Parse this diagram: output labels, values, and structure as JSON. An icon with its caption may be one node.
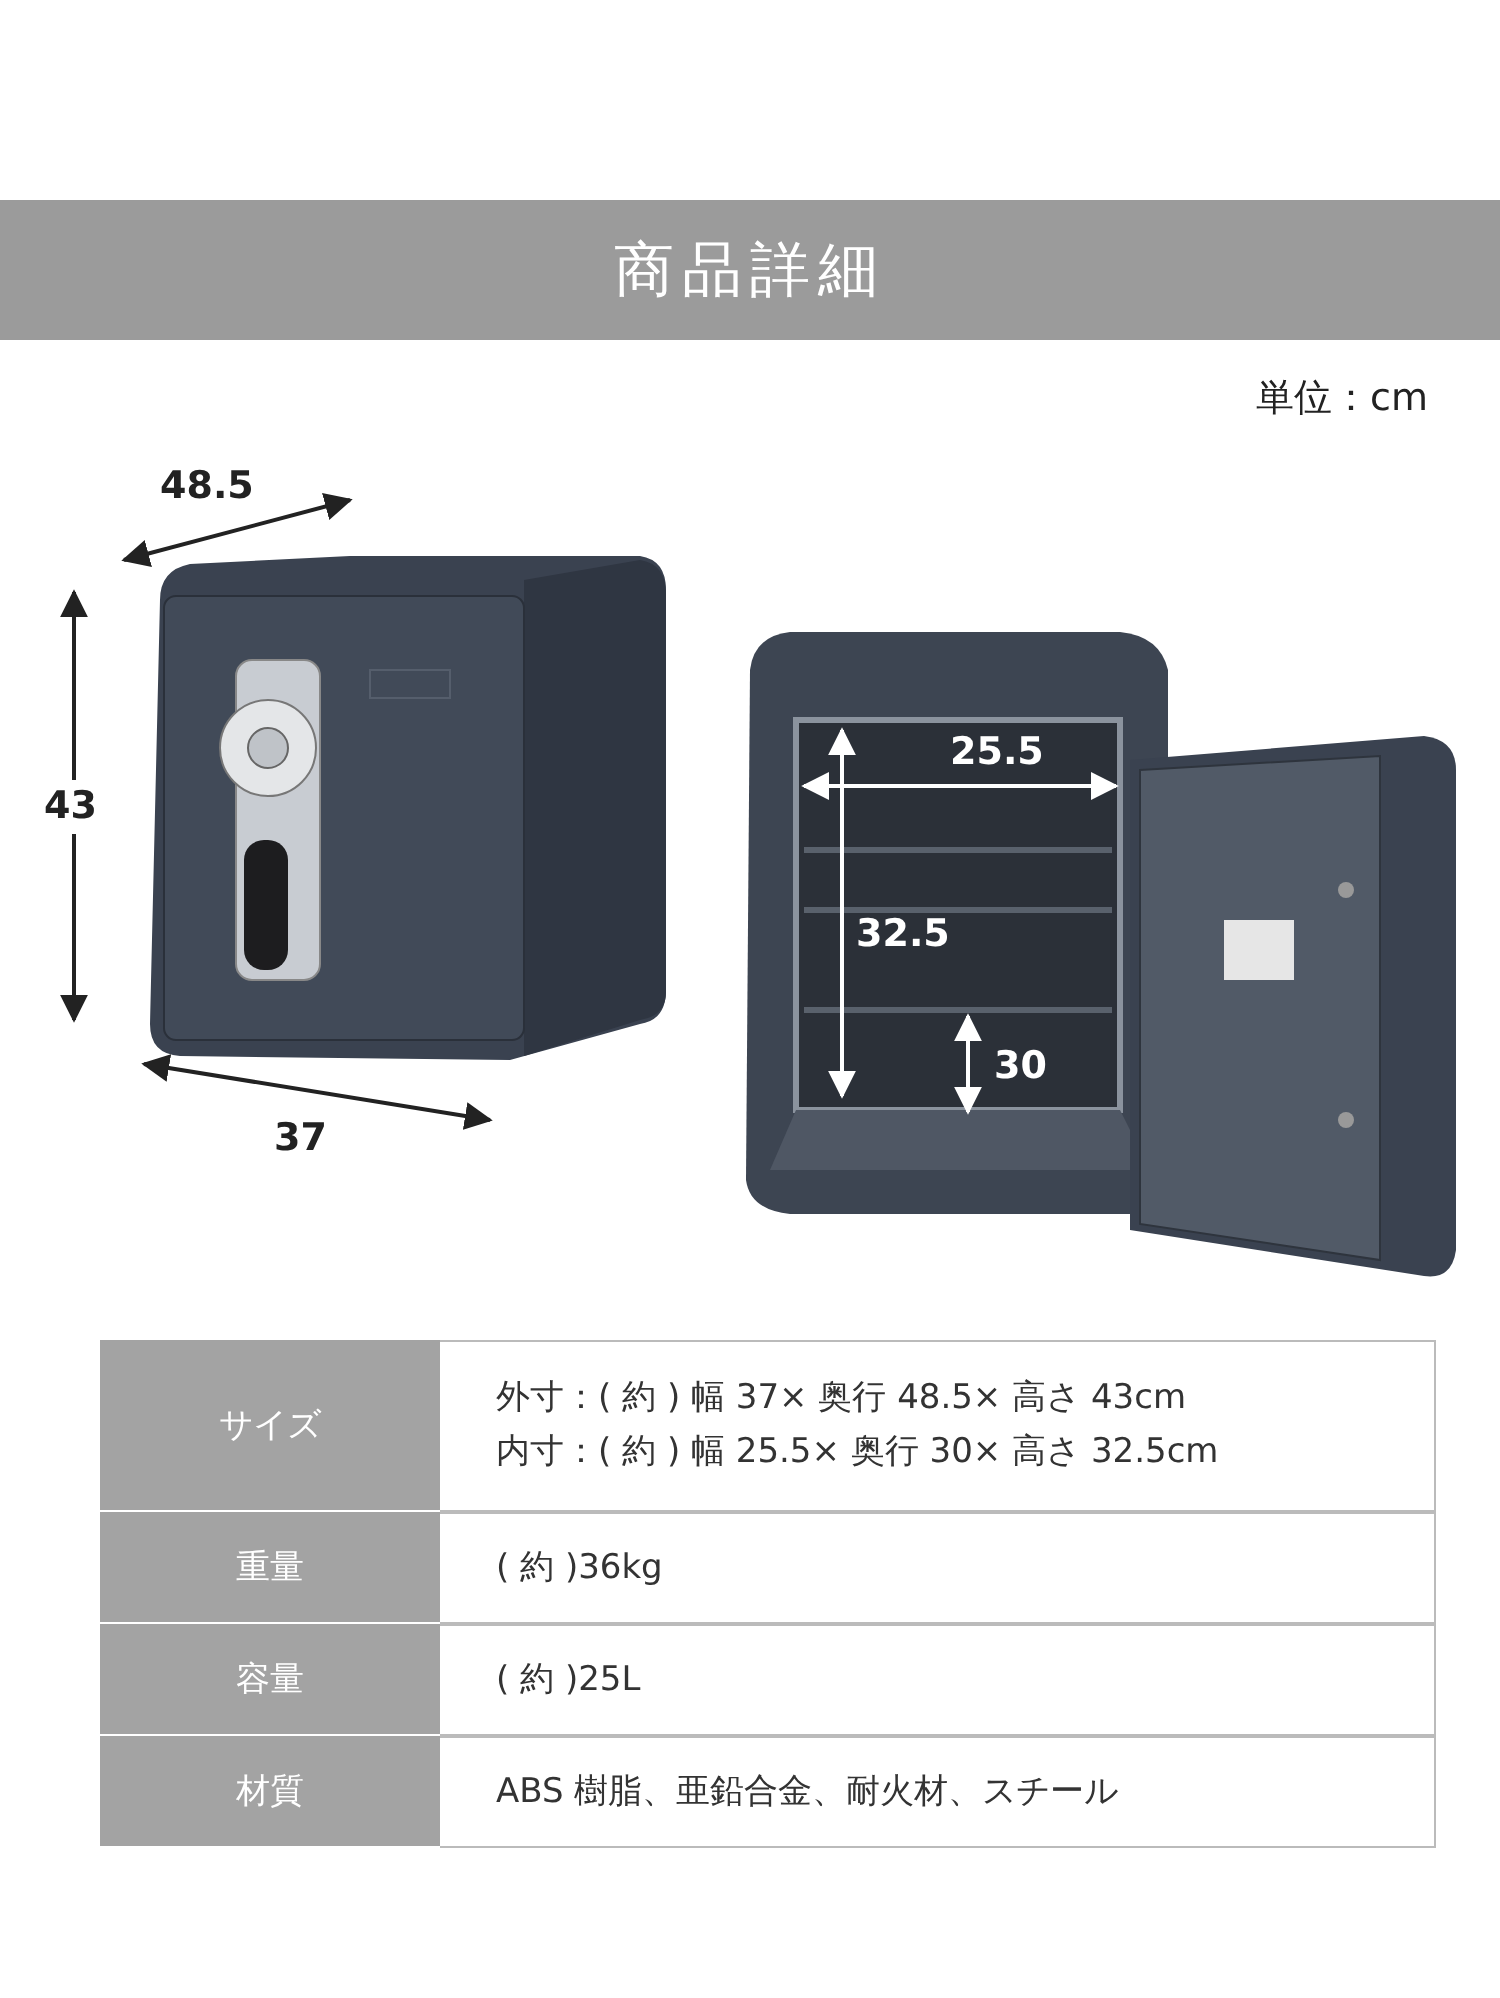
{
  "diagram": {
    "title": "商品詳細",
    "labels": [
      "単位：cm",
      "48.5",
      "43",
      "37",
      "25.5",
      "32.5",
      "30",
      "サイズ",
      "外寸：( 約 ) 幅 37× 奥行 48.5× 高さ 43cm",
      "内寸：( 約 ) 幅 25.5× 奥行 30× 高さ 32.5cm",
      "重量",
      "( 約 )36kg",
      "容量",
      "( 約 )25L",
      "材質",
      "ABS 樹脂、亜鉛合金、耐火材、スチール"
    ]
  }
}
